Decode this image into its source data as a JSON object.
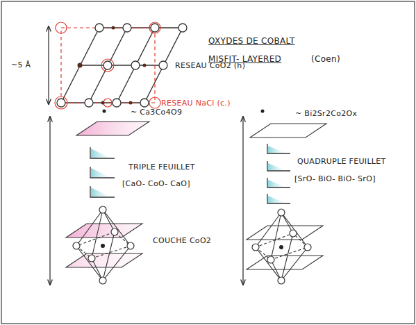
{
  "diagram": {
    "title": "OXYDES DE COBALT",
    "labels": [
      "MISFIT- LAYERED",
      "(Coen)",
      "~5 Å",
      "RESEAU CoO2 (h)",
      "RESEAU NaCl (c.)",
      "~ Ca3Co4O9",
      "TRIPLE FEUILLET",
      "[CaO- CoO- CaO]",
      "COUCHE CoO2",
      "~ Bi2Sr2Co2Ox",
      "QUADRUPLE FEUILLET",
      "[SrO- BiO- BiO- SrO]"
    ]
  }
}
